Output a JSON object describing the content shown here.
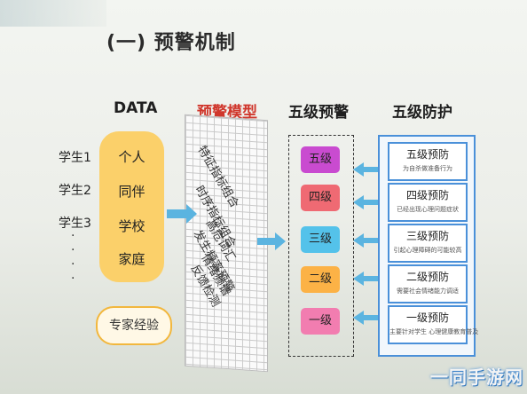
{
  "slide": {
    "title": "(一) 预警机制",
    "headers": {
      "data": "DATA",
      "model": "预警模型",
      "warning": "五级预警",
      "prevention": "五级防护"
    },
    "students": [
      "学生1",
      "学生2",
      "学生3"
    ],
    "data_items": [
      "个人",
      "同伴",
      "学校",
      "家庭"
    ],
    "expert": "专家经验",
    "model_items": [
      "特征指标组合",
      "时序指标组合",
      "高危词汇",
      "发生频率预警",
      "情绪频谱",
      "反馈检测"
    ],
    "levels": [
      {
        "label": "五级",
        "color": "#c94bd0"
      },
      {
        "label": "四级",
        "color": "#ef6a73"
      },
      {
        "label": "三级",
        "color": "#54c2ea"
      },
      {
        "label": "二级",
        "color": "#fcb246"
      },
      {
        "label": "一级",
        "color": "#f27db0"
      }
    ],
    "prevention": [
      {
        "title": "五级预防",
        "desc": "为自杀做准备行为"
      },
      {
        "title": "四级预防",
        "desc": "已经出现心理问题症状"
      },
      {
        "title": "三级预防",
        "desc": "引起心理障碍的可能较高"
      },
      {
        "title": "二级预防",
        "desc": "需要社会情绪能力调适"
      },
      {
        "title": "一级预防",
        "desc": "主要针对学生 心理健康教育普及"
      }
    ],
    "watermark": "一同手游网",
    "colors": {
      "accent_blue": "#4a90d9",
      "data_yellow": "#fbd06a",
      "model_red": "#d0372c"
    }
  }
}
